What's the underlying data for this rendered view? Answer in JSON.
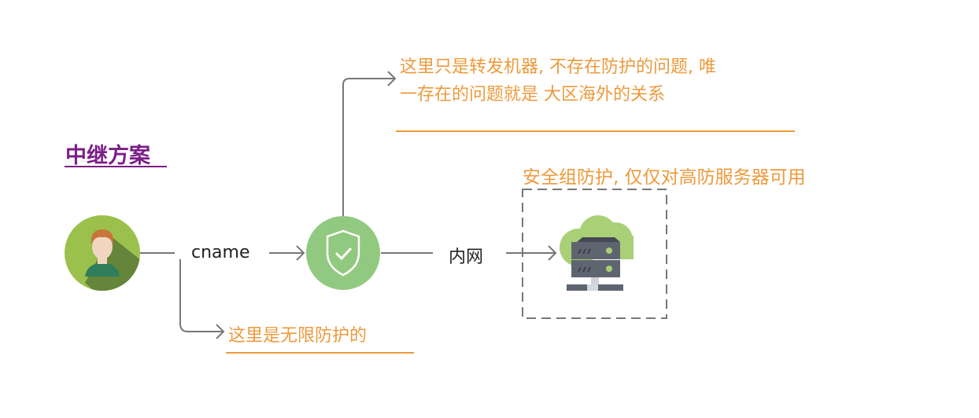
{
  "title": "中继方案",
  "edges": {
    "cname": "cname",
    "intranet": "内网"
  },
  "notes": {
    "forwarder_line1": "这里只是转发机器, 不存在防护的问题, 唯",
    "forwarder_line2": "一存在的问题就是 大区海外的关系",
    "security_group": "安全组防护, 仅仅对高防服务器可用",
    "unlimited": "这里是无限防护的"
  },
  "colors": {
    "title": "#7a1f86",
    "note": "#ec9a3c",
    "line": "#777777",
    "green": "#8fc97e"
  }
}
